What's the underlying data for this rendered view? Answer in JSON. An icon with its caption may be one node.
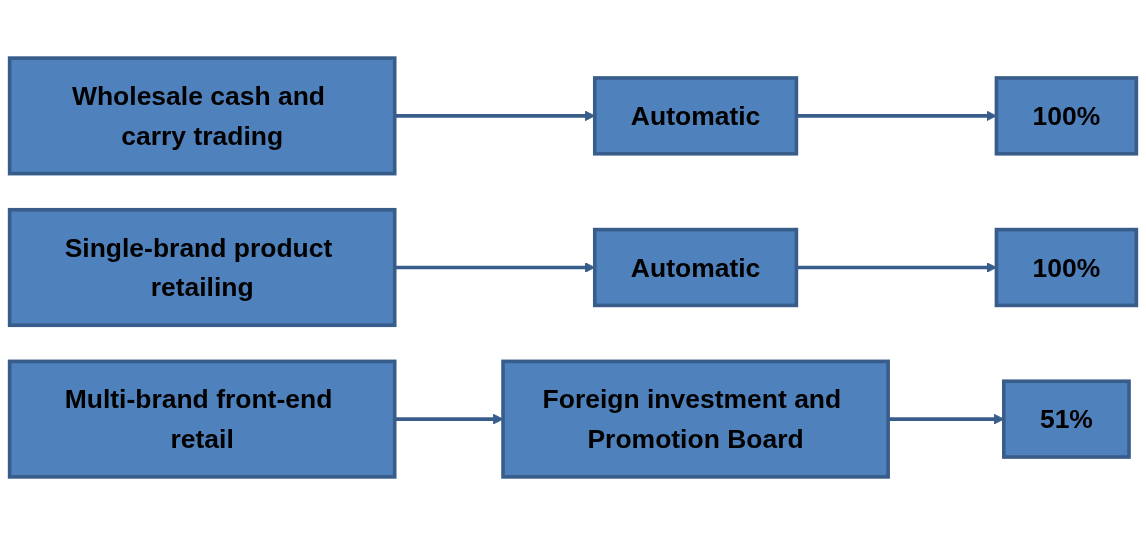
{
  "diagram": {
    "nodes": [
      {
        "text": [
          "Wholesale cash and carry trading"
        ]
      },
      {
        "text": [
          "Automatic"
        ]
      },
      {
        "text": [
          "100%"
        ]
      },
      {
        "text": [
          "Single-brand product retailing"
        ]
      },
      {
        "text": [
          "Automatic"
        ]
      },
      {
        "text": [
          "100%"
        ]
      },
      {
        "text": [
          "Multi-brand front-end retail"
        ]
      },
      {
        "text": [
          "Foreign investment and Promotion Board"
        ]
      },
      {
        "text": [
          "51%"
        ]
      }
    ],
    "edges": [
      {
        "from": 0,
        "to": 1,
        "arrow": "to"
      },
      {
        "from": 1,
        "to": 2,
        "arrow": "to"
      },
      {
        "from": 3,
        "to": 4,
        "arrow": "to"
      },
      {
        "from": 4,
        "to": 5,
        "arrow": "to"
      },
      {
        "from": 6,
        "to": 7,
        "arrow": "to"
      },
      {
        "from": 7,
        "to": 8,
        "arrow": "to"
      }
    ]
  }
}
